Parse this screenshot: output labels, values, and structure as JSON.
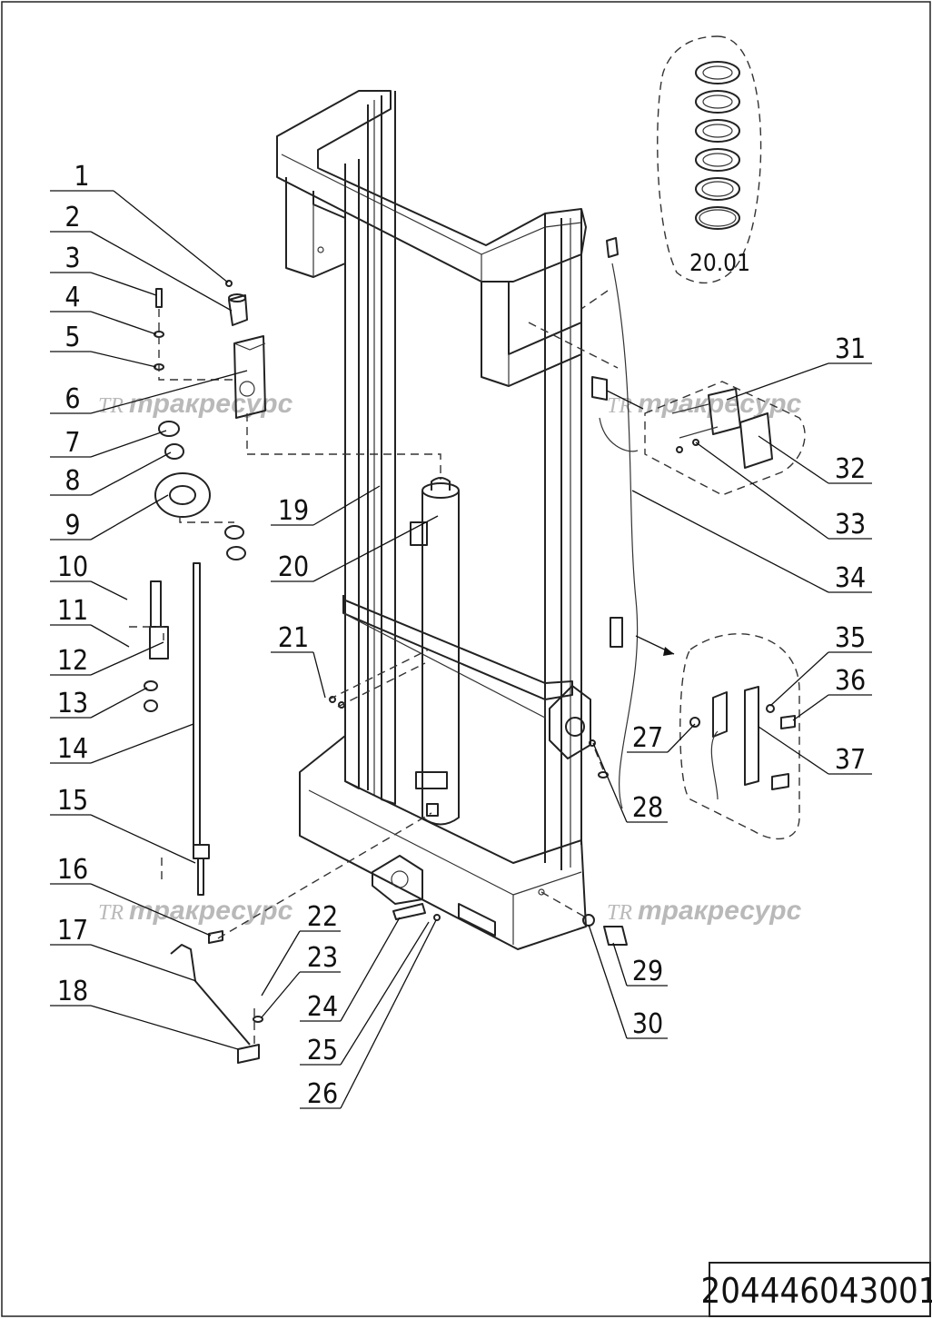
{
  "drawing_number": "204446043001",
  "watermark": {
    "logo": "TR",
    "text": "тракресурс"
  },
  "detail_label": "20.01",
  "callouts": [
    {
      "id": "1",
      "label": "1"
    },
    {
      "id": "2",
      "label": "2"
    },
    {
      "id": "3",
      "label": "3"
    },
    {
      "id": "4",
      "label": "4"
    },
    {
      "id": "5",
      "label": "5"
    },
    {
      "id": "6",
      "label": "6"
    },
    {
      "id": "7",
      "label": "7"
    },
    {
      "id": "8",
      "label": "8"
    },
    {
      "id": "9",
      "label": "9"
    },
    {
      "id": "10",
      "label": "10"
    },
    {
      "id": "11",
      "label": "11"
    },
    {
      "id": "12",
      "label": "12"
    },
    {
      "id": "13",
      "label": "13"
    },
    {
      "id": "14",
      "label": "14"
    },
    {
      "id": "15",
      "label": "15"
    },
    {
      "id": "16",
      "label": "16"
    },
    {
      "id": "17",
      "label": "17"
    },
    {
      "id": "18",
      "label": "18"
    },
    {
      "id": "19",
      "label": "19"
    },
    {
      "id": "20",
      "label": "20"
    },
    {
      "id": "21",
      "label": "21"
    },
    {
      "id": "22",
      "label": "22"
    },
    {
      "id": "23",
      "label": "23"
    },
    {
      "id": "24",
      "label": "24"
    },
    {
      "id": "25",
      "label": "25"
    },
    {
      "id": "26",
      "label": "26"
    },
    {
      "id": "27",
      "label": "27"
    },
    {
      "id": "28",
      "label": "28"
    },
    {
      "id": "29",
      "label": "29"
    },
    {
      "id": "30",
      "label": "30"
    },
    {
      "id": "31",
      "label": "31"
    },
    {
      "id": "32",
      "label": "32"
    },
    {
      "id": "33",
      "label": "33"
    },
    {
      "id": "34",
      "label": "34"
    },
    {
      "id": "35",
      "label": "35"
    },
    {
      "id": "36",
      "label": "36"
    },
    {
      "id": "37",
      "label": "37"
    }
  ]
}
